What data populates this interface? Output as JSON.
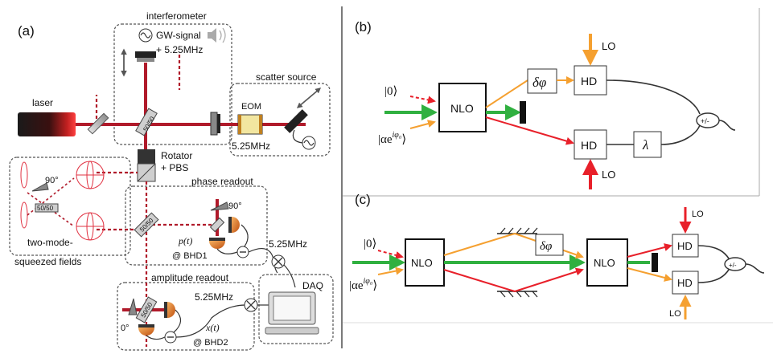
{
  "panel_a": {
    "label": "(a)",
    "interferometer": "interferometer",
    "gw_signal": "GW-signal",
    "gw_freq": "+ 5.25MHz",
    "scatter_source": "scatter source",
    "laser": "laser",
    "eom": "EOM",
    "eom_freq": "5.25MHz",
    "bs_main": "50/50",
    "rotator_1": "Rotator",
    "rotator_2": "+ PBS",
    "angle_90_left": "90°",
    "bs_squeeze": "50/50",
    "squeezed_1": "two-mode-",
    "squeezed_2": "squeezed fields",
    "phase_readout": "phase readout",
    "angle_90_phase": "90°",
    "bs_phase": "50/50",
    "p_t": "p(t)",
    "bhd1": "@ BHD1",
    "mix_freq_1": "5.25MHz",
    "daq": "DAQ",
    "amplitude_readout": "amplitude readout",
    "mix_freq_2": "5.25MHz",
    "angle_0": "0°",
    "bs_amp": "50/50",
    "x_t": "x(t)",
    "bhd2": "@ BHD2"
  },
  "panel_b": {
    "label": "(b)",
    "vac": "|0⟩",
    "coh_1": "|αe",
    "coh_exp": "iφ₀",
    "coh_2": "⟩",
    "nlo": "NLO",
    "delta_phi": "δφ",
    "hd_top": "HD",
    "hd_bottom": "HD",
    "lo_top": "LO",
    "lo_bottom": "LO",
    "lambda": "λ",
    "pm": "+/-"
  },
  "panel_c": {
    "label": "(c)",
    "vac": "|0⟩",
    "coh_1": "|αe",
    "coh_exp": "iφ₀",
    "coh_2": "⟩",
    "nlo_1": "NLO",
    "nlo_2": "NLO",
    "delta_phi": "δφ",
    "hd_top": "HD",
    "hd_bottom": "HD",
    "lo_top": "LO",
    "lo_bottom": "LO",
    "pm": "+/-"
  },
  "colors": {
    "beam": "#b01a2a",
    "red": "#e8202a",
    "orange": "#f5a030",
    "green": "#30b040",
    "detector": "#e07820",
    "box": "#444444"
  }
}
